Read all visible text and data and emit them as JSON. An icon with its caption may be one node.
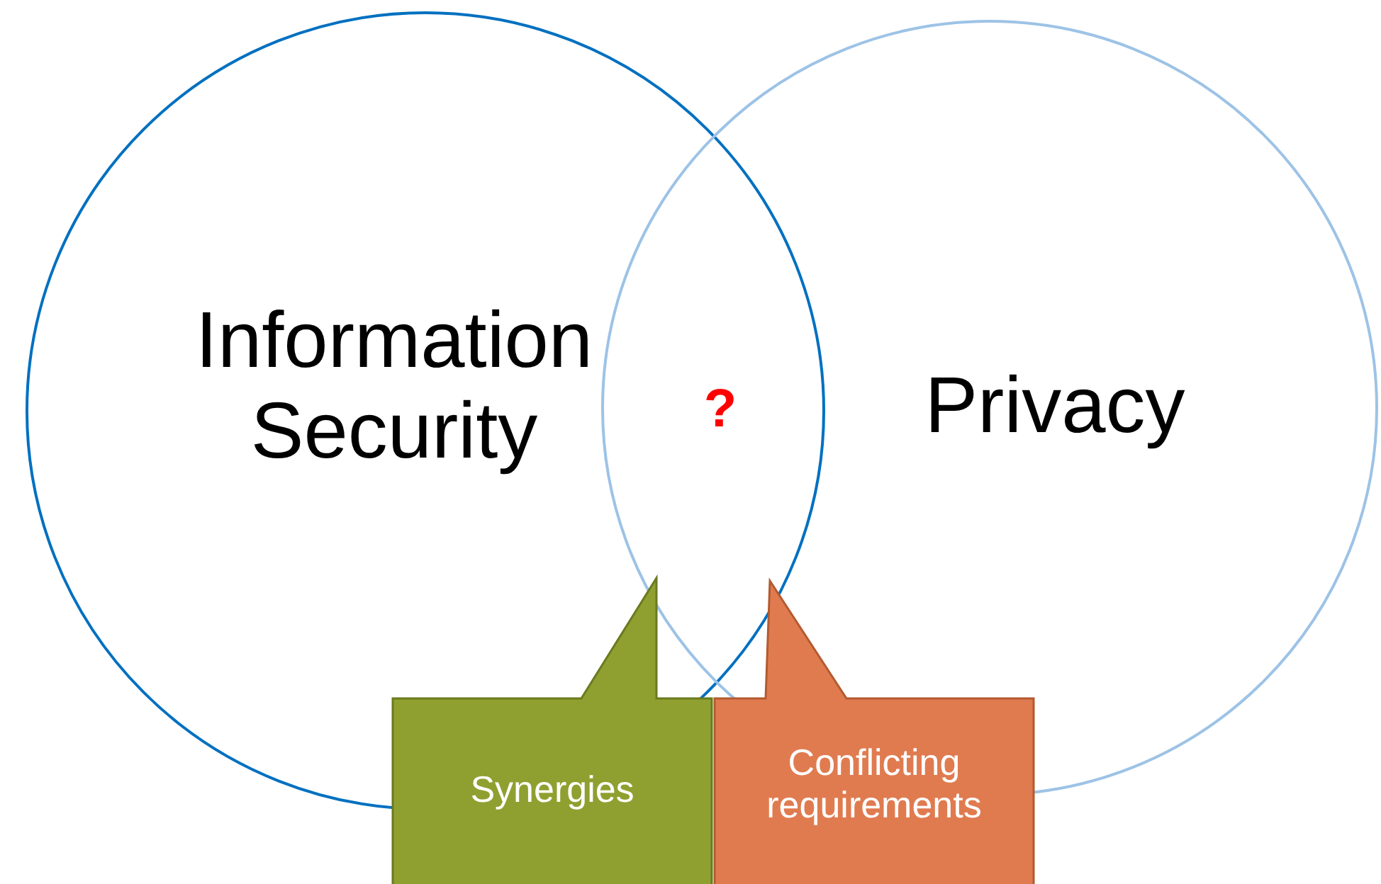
{
  "diagram": {
    "nodes": [
      {
        "text": [
          "Information Security"
        ]
      },
      {
        "text": [
          "Privacy"
        ]
      },
      {
        "text": [
          "Synergies"
        ]
      },
      {
        "text": [
          "Conflicting requirements"
        ]
      }
    ],
    "labels": [
      "?"
    ]
  }
}
